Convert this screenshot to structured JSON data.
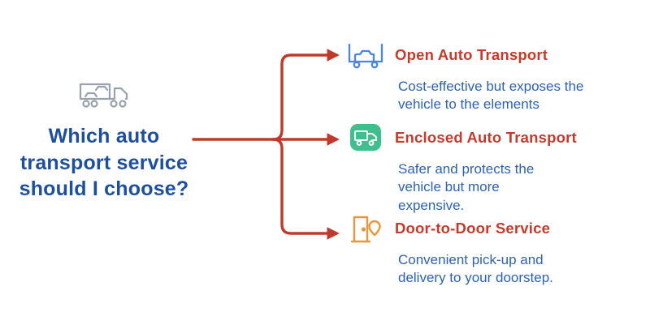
{
  "question": {
    "text": "Which auto transport service should I choose?",
    "icon": "car-carrier-icon",
    "color": "#1d4f9c"
  },
  "options": [
    {
      "title": "Open Auto Transport",
      "description": "Cost-effective but exposes the vehicle to the elements",
      "icon": "open-transport-truck-icon",
      "icon_color": "#4a86e0"
    },
    {
      "title": "Enclosed Auto Transport",
      "description": "Safer and protects the vehicle but more expensive.",
      "icon": "enclosed-transport-truck-icon",
      "icon_color": "#3fbe8e"
    },
    {
      "title": "Door-to-Door Service",
      "description": "Convenient pick-up and delivery to your doorstep.",
      "icon": "door-to-door-pin-icon",
      "icon_color": "#e8953c"
    }
  ],
  "colors": {
    "question_text": "#1d4f9c",
    "option_title": "#c43a2b",
    "option_description": "#2e62ae",
    "arrow": "#bf3a2b",
    "question_icon_gray": "#99a1ab"
  }
}
